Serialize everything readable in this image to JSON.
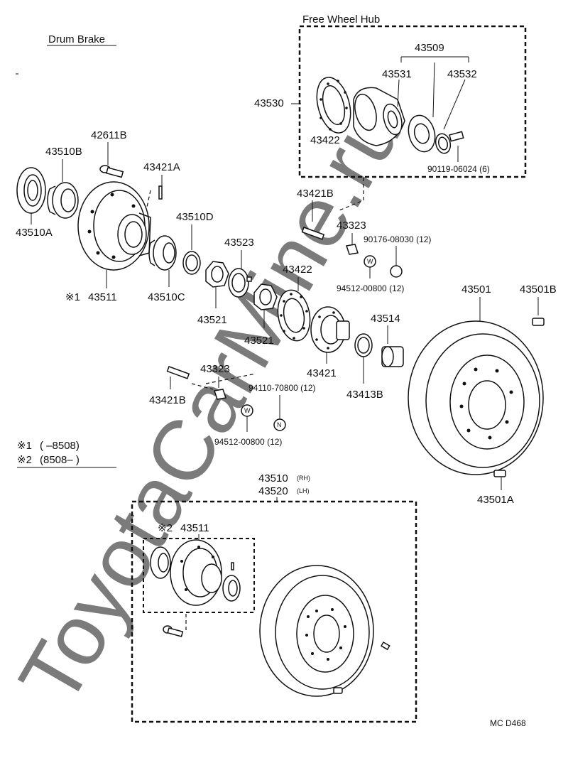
{
  "watermark": "ToyotaCarMine.ru",
  "headings": {
    "drum_brake": "Drum Brake",
    "free_wheel_hub": "Free Wheel Hub"
  },
  "notes": {
    "n1_mark": "※1",
    "n1_range": "(       –8508)",
    "n2_mark": "※2",
    "n2_range": "(8508–       )"
  },
  "parts": {
    "p43509": "43509",
    "p43531": "43531",
    "p43532": "43532",
    "p43530": "43530",
    "p43422_top": "43422",
    "p90119": "90119-06024 (6)",
    "p42611B": "42611B",
    "p43510B": "43510B",
    "p43421A": "43421A",
    "p43421B_top": "43421B",
    "p43510A": "43510A",
    "p43510D": "43510D",
    "p43323_top": "43323",
    "p90176": "90176-08030 (12)",
    "p43523": "43523",
    "p43422_mid": "43422",
    "p94512_top": "94512-00800 (12)",
    "p43501": "43501",
    "p43501B": "43501B",
    "p43511_mark": "※1",
    "p43511": "43511",
    "p43510C": "43510C",
    "p43521_a": "43521",
    "p43521_b": "43521",
    "p43514": "43514",
    "p43323_low": "43323",
    "p43421": "43421",
    "p43413B": "43413B",
    "p94110": "94110-70800 (12)",
    "p43421B_low": "43421B",
    "p94512_low": "94512-00800 (12)",
    "p43510": "43510",
    "p43510_side": "(RH)",
    "p43520": "43520",
    "p43520_side": "(LH)",
    "p43501A": "43501A",
    "p43511b_mark": "※2",
    "p43511b": "43511",
    "code": "MC  D468"
  },
  "symbols": {
    "w": "W",
    "n": "N"
  }
}
